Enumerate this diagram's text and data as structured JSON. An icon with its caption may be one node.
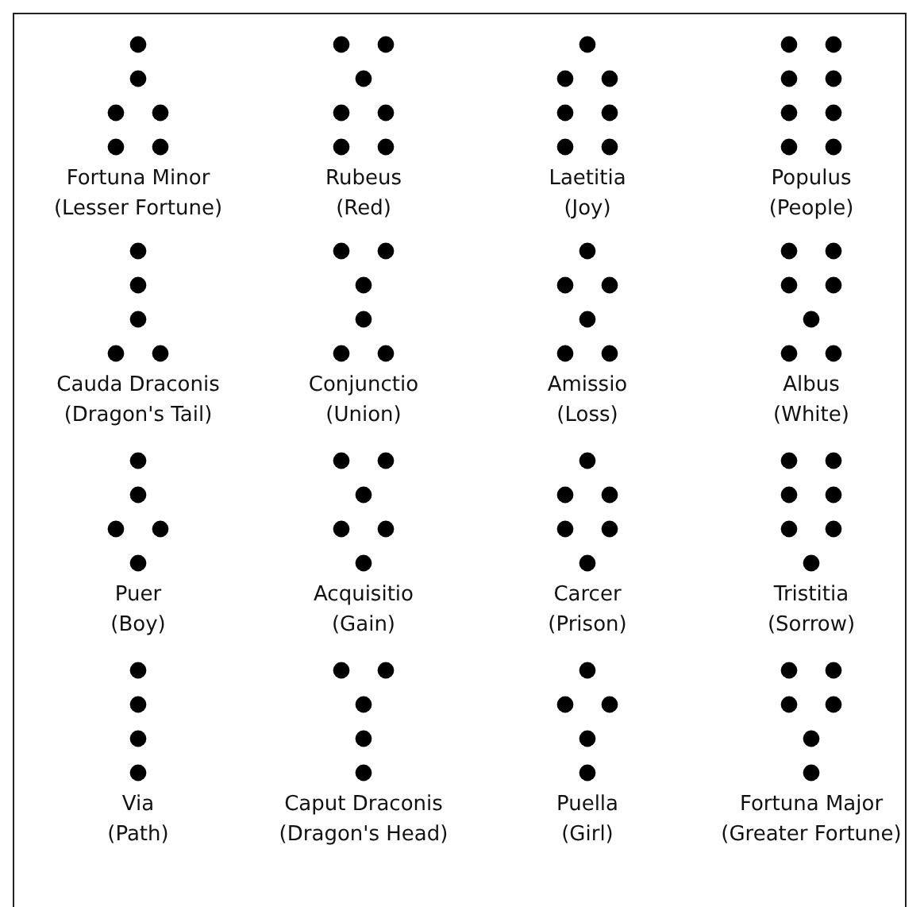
{
  "diagram": {
    "nodes": [
      {
        "text": [
          "Fortuna Minor",
          "(Lesser Fortune)"
        ]
      },
      {
        "text": [
          "Rubeus",
          "(Red)"
        ]
      },
      {
        "text": [
          "Laetitia",
          "(Joy)"
        ]
      },
      {
        "text": [
          "Populus",
          "(People)"
        ]
      },
      {
        "text": [
          "Cauda Draconis",
          "(Dragon's Tail)"
        ]
      },
      {
        "text": [
          "Conjunctio",
          "(Union)"
        ]
      },
      {
        "text": [
          "Amissio",
          "(Loss)"
        ]
      },
      {
        "text": [
          "Albus",
          "(White)"
        ]
      },
      {
        "text": [
          "Puer",
          "(Boy)"
        ]
      },
      {
        "text": [
          "Acquisitio",
          "(Gain)"
        ]
      },
      {
        "text": [
          "Carcer",
          "(Prison)"
        ]
      },
      {
        "text": [
          "Tristitia",
          "(Sorrow)"
        ]
      },
      {
        "text": [
          "Via",
          "(Path)"
        ]
      },
      {
        "text": [
          "Caput Draconis",
          "(Dragon's Head)"
        ]
      },
      {
        "text": [
          "Puella",
          "(Girl)"
        ]
      },
      {
        "text": [
          "Fortuna Major",
          "(Greater Fortune)"
        ]
      }
    ]
  }
}
